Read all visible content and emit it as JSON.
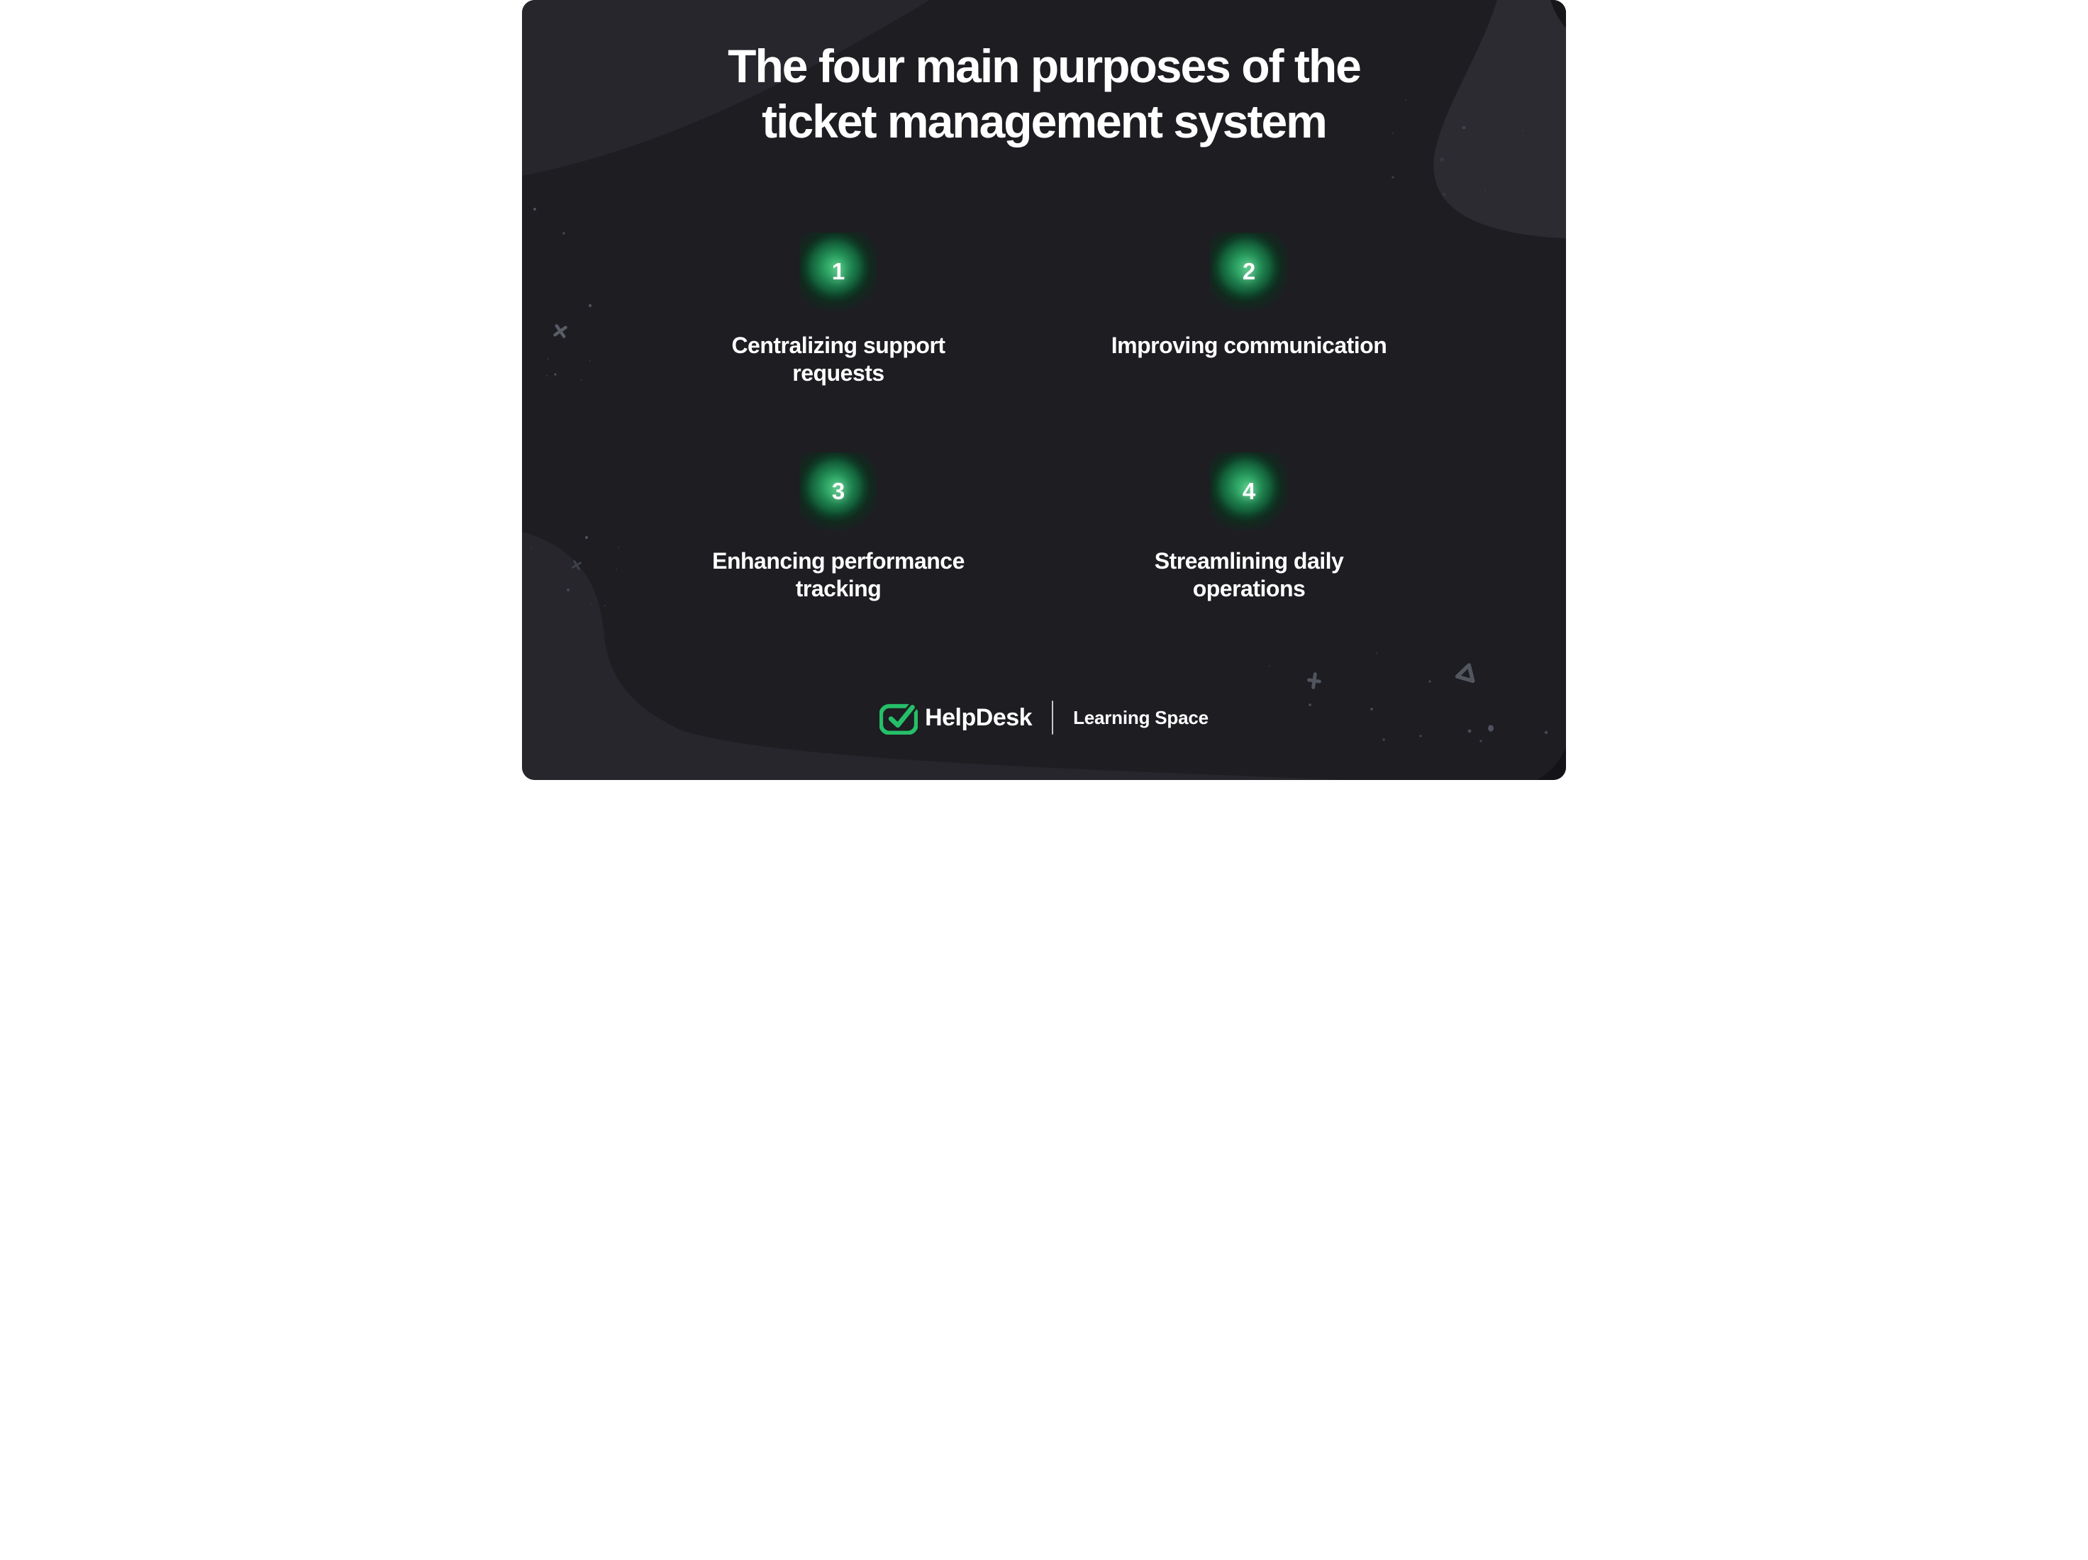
{
  "title": {
    "line1": "The four main purposes of the",
    "line2": "ticket management system"
  },
  "items": [
    {
      "number": "1",
      "lines": [
        "Centralizing support",
        "requests"
      ]
    },
    {
      "number": "2",
      "lines": [
        "Improving communication",
        ""
      ]
    },
    {
      "number": "3",
      "lines": [
        "Enhancing performance",
        "tracking"
      ]
    },
    {
      "number": "4",
      "lines": [
        "Streamlining daily",
        "operations"
      ]
    }
  ],
  "footer": {
    "brand": "HelpDesk",
    "suffix": "Learning Space",
    "logo_icon": "helpdesk-check-icon"
  },
  "colors": {
    "background": "#1d1d22",
    "blob": "#26262c",
    "blob_light": "#2b2b31",
    "accent_green": "#25bf68",
    "badge_glow": "#41c177",
    "text": "#ffffff",
    "decoration": "#565b66"
  }
}
